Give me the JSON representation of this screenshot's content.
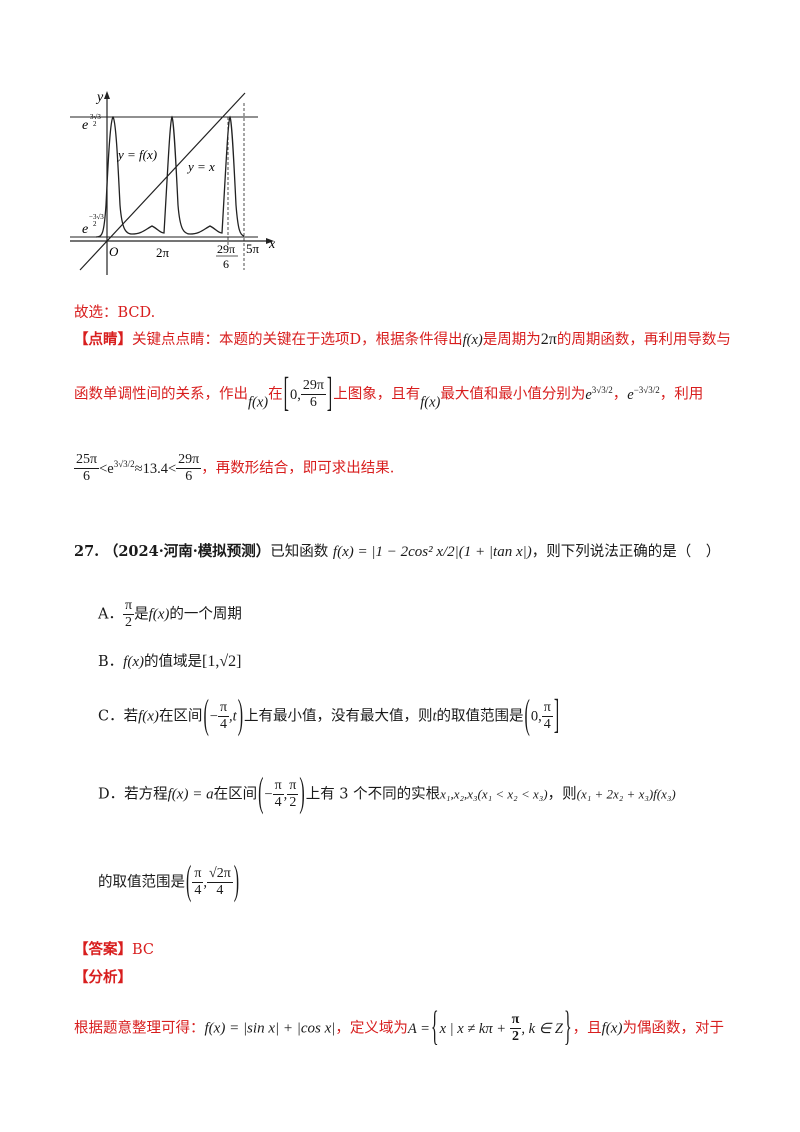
{
  "graph": {
    "y_axis_label": "y",
    "x_axis_label": "x",
    "origin_label": "O",
    "tick_2pi": "2π",
    "tick_29pi_num": "29π",
    "tick_29pi_den": "6",
    "tick_5pi": "5π",
    "upper_e": "e",
    "upper_exp": "3√3",
    "upper_exp_den": "2",
    "lower_e": "e",
    "lower_exp": "−3√3",
    "lower_exp_den": "2",
    "curve_fx_label": "y = f(x)",
    "curve_yx_label": "y = x"
  },
  "answer_prev": "故选：BCD.",
  "tip": {
    "tag": "【点睛】",
    "line1_a": "关键点点睛：本题的关键在于选项D，根据条件得出",
    "line1_fx": "f(x)",
    "line1_b": "是周期为",
    "line1_2pi": "2π",
    "line1_c": "的周期函数，再利用导数与",
    "line2_a": "函数单调性间的关系，作出",
    "line2_fx": "f(x)",
    "line2_b": "在",
    "line2_int_l": "0,",
    "line2_int_num": "29π",
    "line2_int_den": "6",
    "line2_c": "上图象，且有",
    "line2_fx2": "f(x)",
    "line2_d": "最大值和最小值分别为",
    "line2_e1": "e",
    "line2_e1_exp": "3√3/2",
    "line2_sep": "，",
    "line2_e2": "e",
    "line2_e2_exp": "−3√3/2",
    "line2_end": "，利用",
    "line3_f1_num": "25π",
    "line3_f1_den": "6",
    "line3_lt": "<e",
    "line3_exp": "3√3/2",
    "line3_approx": "≈13.4<",
    "line3_f2_num": "29π",
    "line3_f2_den": "6",
    "line3_end": "，再数形结合，即可求出结果."
  },
  "q27": {
    "number": "27.",
    "source": "（2024·河南·模拟预测）",
    "stem_a": "已知函数",
    "stem_formula": "f(x) = |1 − 2cos² x/2|(1 + |tan x|)",
    "stem_b": "，则下列说法正确的是（　）",
    "A_label": "A．",
    "A_num": "π",
    "A_den": "2",
    "A_text": "是",
    "A_fx": "f(x)",
    "A_tail": "的一个周期",
    "B_label": "B．",
    "B_fx": "f(x)",
    "B_text": "的值域是",
    "B_range": "[1,√2]",
    "C_label": "C．若",
    "C_fx": "f(x)",
    "C_text1": "在区间",
    "C_int_num": "π",
    "C_int_den": "4",
    "C_int_t": ",t",
    "C_text2": "上有最小值，没有最大值，则",
    "C_t": "t",
    "C_text3": "的取值范围是",
    "C_res_l": "0,",
    "C_res_num": "π",
    "C_res_den": "4",
    "D_label": "D．若方程",
    "D_eq": "f(x) = a",
    "D_text1": "在区间",
    "D_int_num1": "π",
    "D_int_den1": "4",
    "D_int_num2": "π",
    "D_int_den2": "2",
    "D_text2": "上有 3 个不同的实根",
    "D_roots": "x₁,x₂,x₃(x₁ < x₂ < x₃)",
    "D_text3": "，则",
    "D_expr": "(x₁ + 2x₂ + x₃)f(x₃)",
    "D_line2": "的取值范围是",
    "D_res_num1": "π",
    "D_res_den1": "4",
    "D_res_num2": "√2π",
    "D_res_den2": "4"
  },
  "answer": {
    "tag": "【答案】",
    "value": "BC"
  },
  "analysis": {
    "tag": "【分析】",
    "text_a": "根据题意整理可得：",
    "formula": "f(x) = |sin x| + |cos x|",
    "text_b": "，定义域为",
    "domain_a": "A =",
    "domain_set": "x | x ≠ kπ + ",
    "domain_num": "π",
    "domain_den": "2",
    "domain_k": ", k ∈ Z",
    "text_c": "，且",
    "fx": "f(x)",
    "text_d": "为偶函数，对于"
  }
}
